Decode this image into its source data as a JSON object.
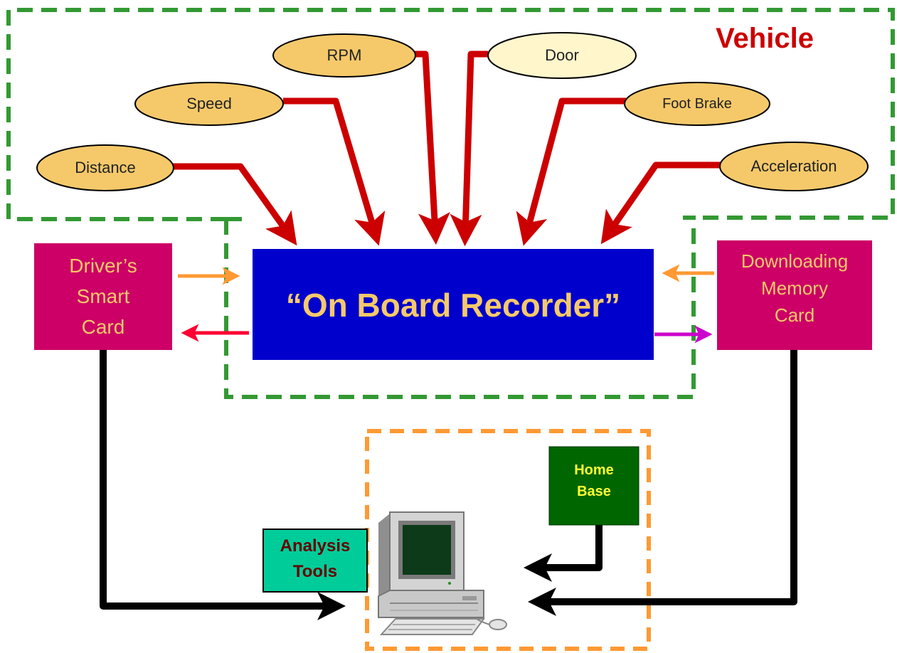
{
  "vehicle_label": "Vehicle",
  "sensors": {
    "distance": "Distance",
    "speed": "Speed",
    "rpm": "RPM",
    "door": "Door",
    "foot_brake": "Foot Brake",
    "acceleration": "Acceleration"
  },
  "recorder_label": "“On Board Recorder”",
  "driver_card": [
    "Driver’s",
    "Smart",
    "Card"
  ],
  "download_card": [
    "Downloading",
    "Memory",
    "Card"
  ],
  "home_base": [
    "Home",
    "Base"
  ],
  "analysis_tools": [
    "Analysis",
    "Tools"
  ],
  "colors": {
    "vehicle_border": "#339933",
    "home_border": "#ff9933",
    "sensor_fill": "#f5c96a",
    "door_fill": "#fff6cc",
    "sensor_arrow": "#cc0000",
    "recorder_fill": "#0000cc",
    "recorder_text": "#f5c96a",
    "card_fill": "#cc0066",
    "card_text": "#f5c96a",
    "home_fill": "#006600",
    "home_text": "#ffff33",
    "analysis_fill": "#00cc99",
    "analysis_text": "#660000",
    "arrow_in_orange": "#ff9933",
    "arrow_out_red": "#ff0033",
    "arrow_out_magenta": "#cc00cc",
    "vehicle_label": "#cc0000",
    "link": "#000000"
  },
  "icons": [
    "desktop-computer-icon"
  ]
}
